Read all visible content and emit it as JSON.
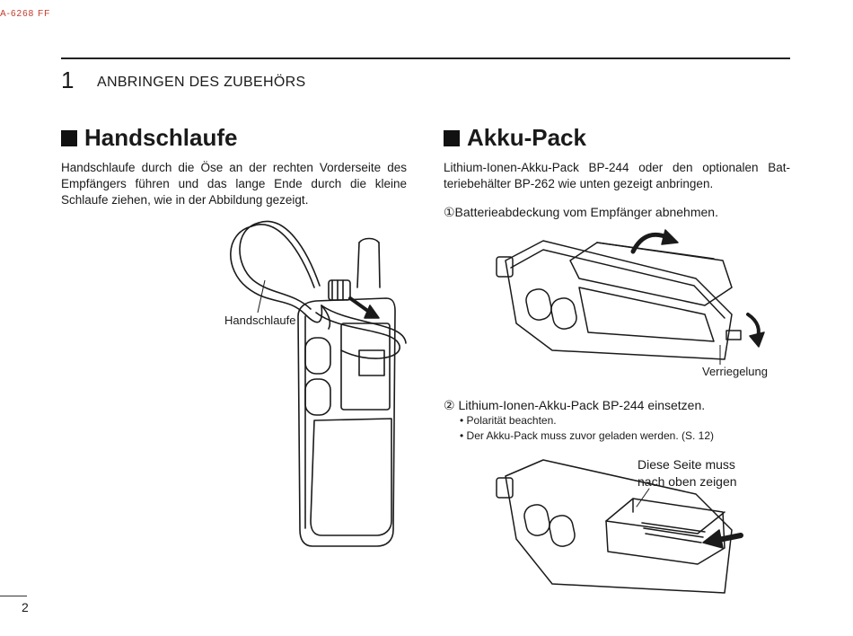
{
  "header": {
    "code": "A-6268 FF",
    "chapter_number": "1",
    "chapter_title": "ANBRINGEN DES ZUBEHÖRS"
  },
  "left": {
    "heading": "Handschlaufe",
    "paragraph": "Handschlaufe durch die Öse an der rechten Vorderseite des Empfängers führen und das lange Ende durch die kleine Schlaufe ziehen, wie in der Abbildung gezeigt.",
    "callout": "Handschlaufe"
  },
  "right": {
    "heading": "Akku-Pack",
    "paragraph": "Lithium-Ionen-Akku-Pack BP-244 oder den optionalen Bat-teriebehälter BP-262 wie unten gezeigt anbringen.",
    "step1": "①Batterieabdeckung vom Empfänger abnehmen.",
    "callout_lock": "Verriegelung",
    "step2": "② Lithium-Ionen-Akku-Pack BP-244 einsetzen.",
    "bullets": [
      "Polarität beachten.",
      "Der Akku-Pack muss zuvor geladen werden. (S. 12)"
    ],
    "callout_side_1": "Diese Seite muss",
    "callout_side_2": "nach oben zeigen"
  },
  "footer": {
    "page_number": "2"
  }
}
